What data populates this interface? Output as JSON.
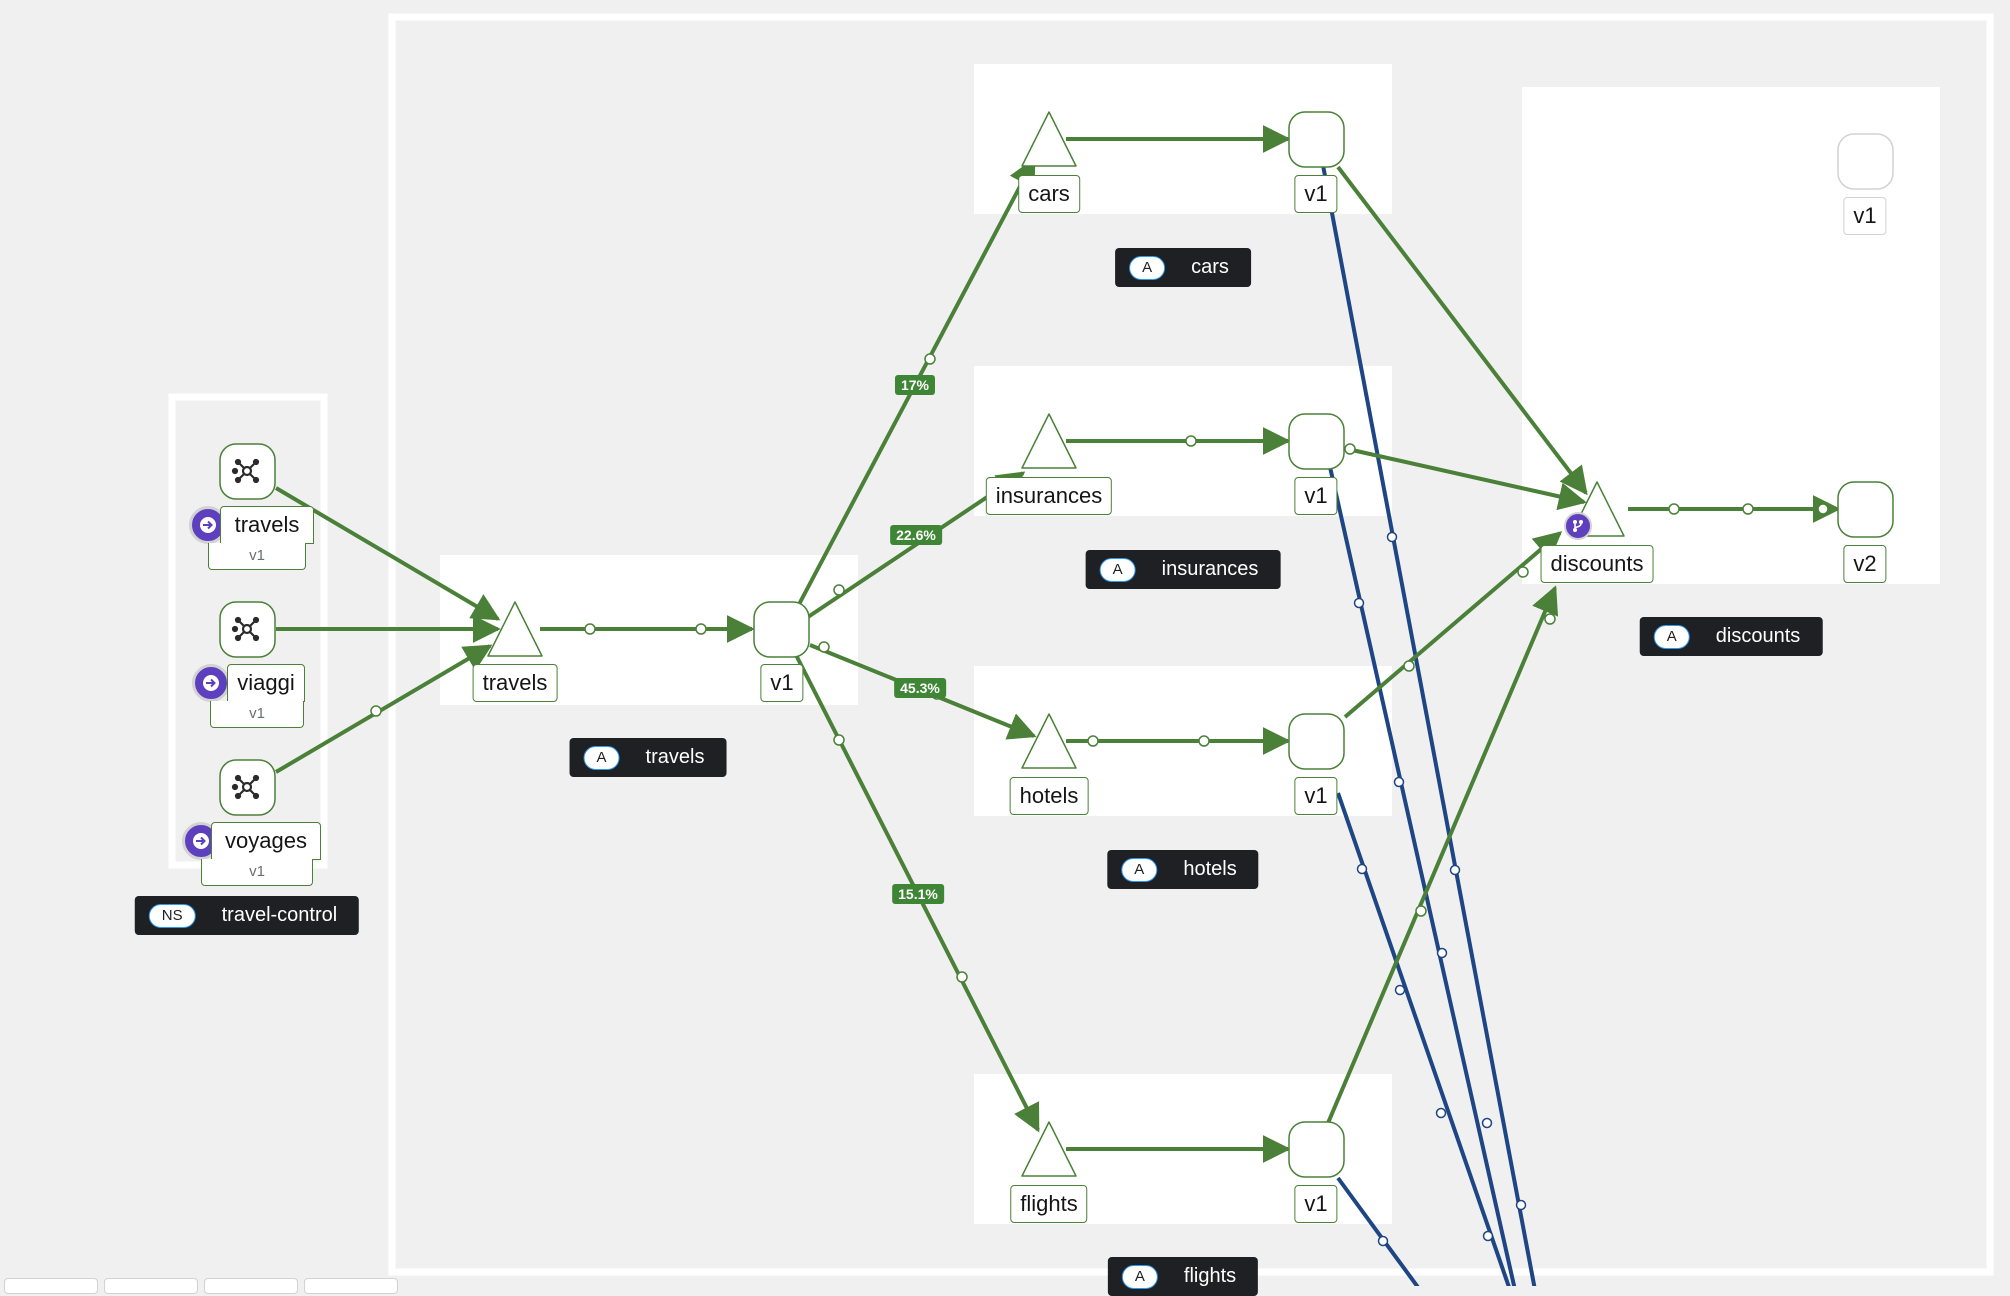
{
  "namespace": {
    "badge": "NS",
    "name": "travel-control"
  },
  "app_badge": "A",
  "apps": {
    "travels": "travels",
    "cars": "cars",
    "insurances": "insurances",
    "hotels": "hotels",
    "flights": "flights",
    "discounts": "discounts"
  },
  "services": {
    "travels": "travels",
    "cars": "cars",
    "insurances": "insurances",
    "hotels": "hotels",
    "flights": "flights",
    "discounts": "discounts"
  },
  "workloads": {
    "travels_v1": "v1",
    "cars_v1": "v1",
    "insurances_v1": "v1",
    "hotels_v1": "v1",
    "flights_v1": "v1",
    "discounts_v1": "v1",
    "discounts_v2": "v2"
  },
  "gateways": [
    {
      "name": "travels",
      "version": "v1"
    },
    {
      "name": "viaggi",
      "version": "v1"
    },
    {
      "name": "voyages",
      "version": "v1"
    }
  ],
  "traffic": {
    "cars": "17%",
    "insurances": "22.6%",
    "hotels": "45.3%",
    "flights": "15.1%"
  },
  "colors": {
    "healthy_edge": "#4a8038",
    "tcp_edge": "#1e4584",
    "node_border": "#4a8038",
    "badge": "#5e40be",
    "label_bg": "#1f2023"
  },
  "icons": {
    "gateway": "network-icon",
    "entry": "arrow-circle-icon",
    "virtual_service": "branch-icon"
  }
}
